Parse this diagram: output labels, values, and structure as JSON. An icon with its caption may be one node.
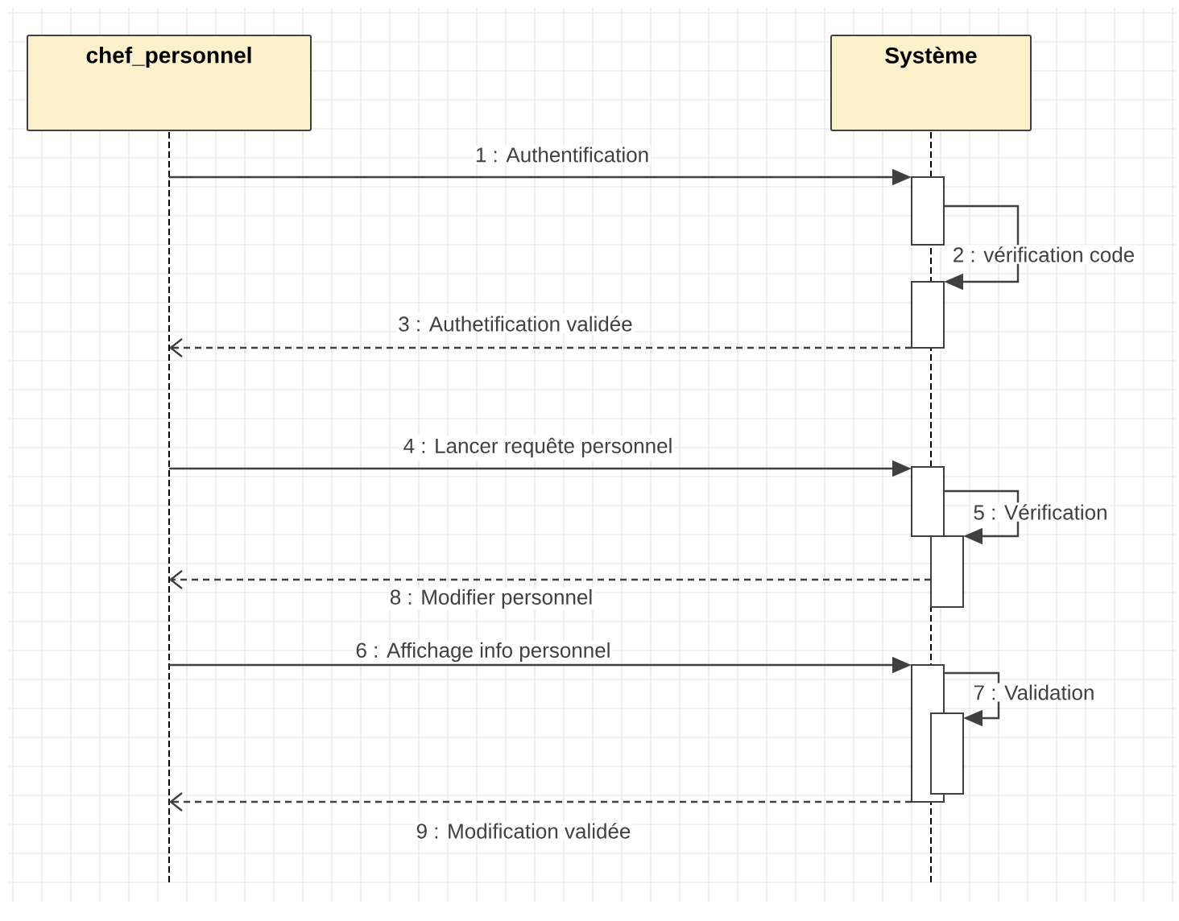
{
  "diagram": {
    "nodes": [
      {
        "text": [
          "chef_personnel"
        ]
      },
      {
        "text": [
          "Système"
        ]
      },
      {
        "text": [],
        "shape": "line"
      },
      {
        "text": [],
        "shape": "line"
      },
      {
        "text": [],
        "shape": "bar"
      },
      {
        "text": [],
        "shape": "bar"
      },
      {
        "text": [],
        "shape": "bar"
      },
      {
        "text": [],
        "shape": "bar"
      },
      {
        "text": [],
        "shape": "bar"
      },
      {
        "text": [],
        "shape": "bar"
      }
    ],
    "edges": [
      {
        "from": 2,
        "to": 4,
        "arrow": "to",
        "label": "1 : Authentification"
      },
      {
        "from": 4,
        "to": 5,
        "arrow": "to",
        "label": "2 : vérification code"
      },
      {
        "from": 5,
        "to": 2,
        "arrow": "to",
        "label": "3 : Authetification validée",
        "style": "dashed"
      },
      {
        "from": 2,
        "to": 6,
        "arrow": "to",
        "label": "4 : Lancer requête personnel"
      },
      {
        "from": 6,
        "to": 7,
        "arrow": "to",
        "label": "5 : Vérification"
      },
      {
        "from": 7,
        "to": 2,
        "arrow": "to",
        "label": "8 : Modifier personnel",
        "style": "dashed"
      },
      {
        "from": 2,
        "to": 8,
        "arrow": "to",
        "label": "6 : Affichage info personnel"
      },
      {
        "from": 8,
        "to": 9,
        "arrow": "to",
        "label": "7 : Validation"
      },
      {
        "from": 8,
        "to": 2,
        "arrow": "to",
        "label": "9 : Modification validée",
        "style": "dashed"
      }
    ]
  }
}
